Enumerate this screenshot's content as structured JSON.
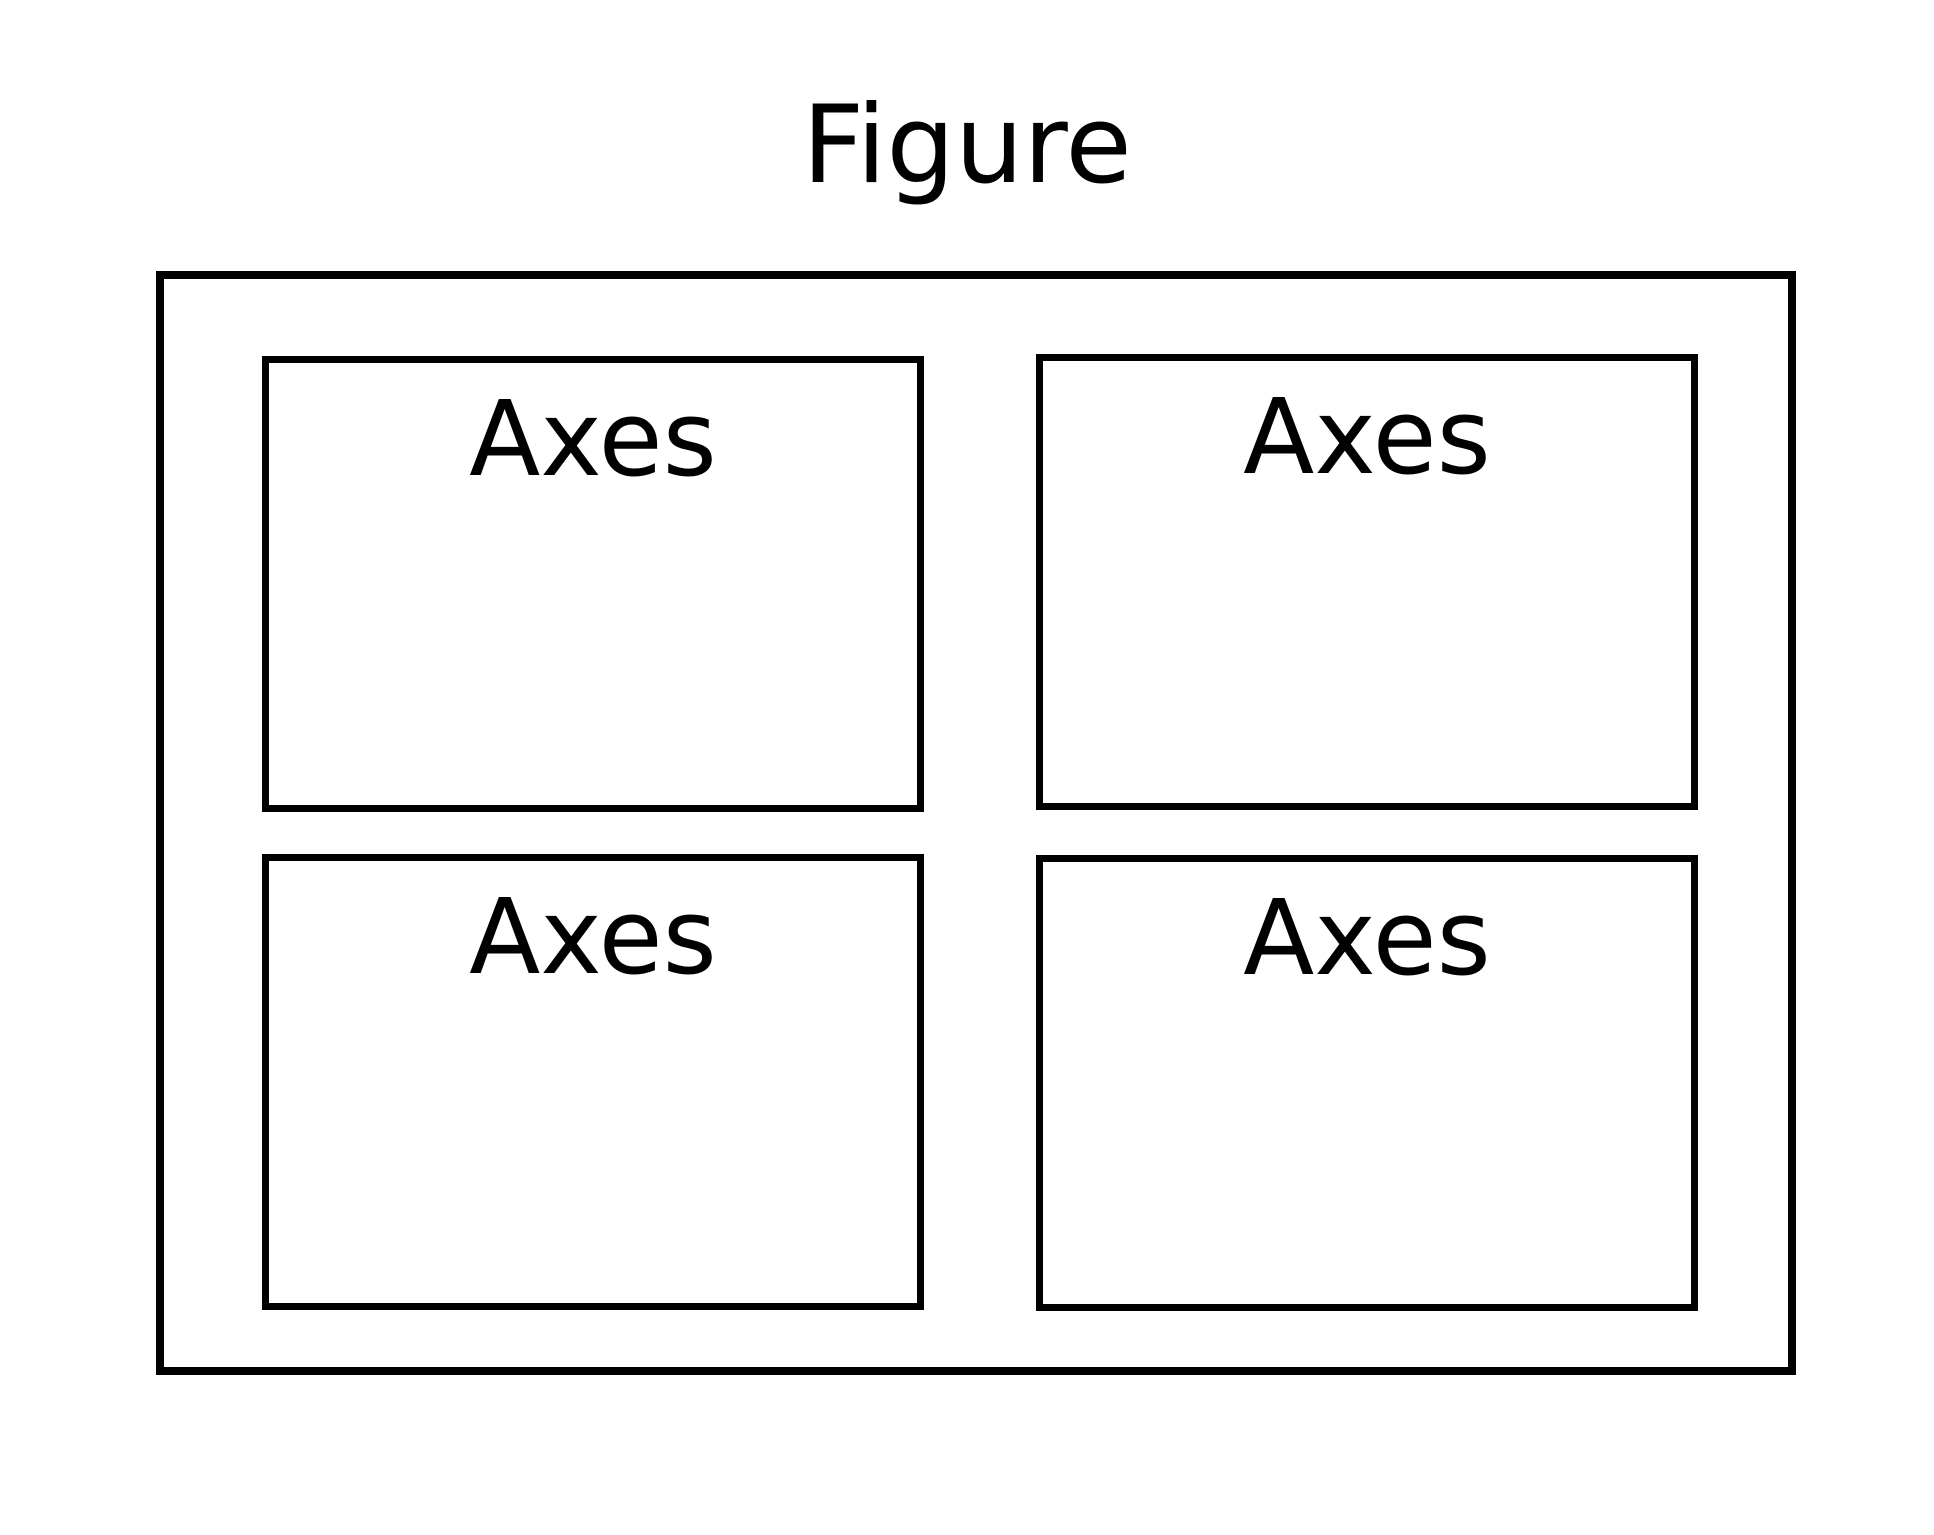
{
  "figure": {
    "title": "Figure"
  },
  "axes": [
    {
      "label": "Axes"
    },
    {
      "label": "Axes"
    },
    {
      "label": "Axes"
    },
    {
      "label": "Axes"
    }
  ],
  "colors": {
    "stroke": "#000000",
    "background": "#ffffff"
  }
}
